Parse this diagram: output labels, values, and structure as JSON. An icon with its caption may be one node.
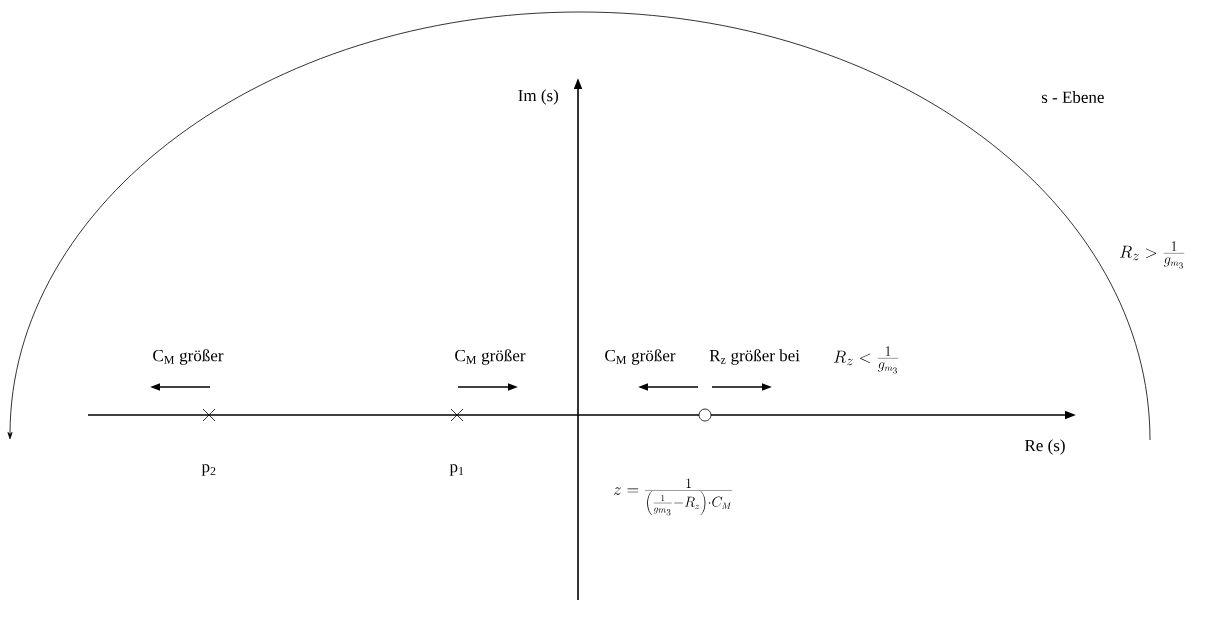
{
  "diagram": {
    "labels": [
      "Im (s)",
      "s - Ebene",
      "R_{z}>\\frac{1}{g_{m_{3}}}",
      "C$_{M}$ größer",
      "C$_{M}$ größer",
      "C$_{M}$ größer",
      "R$_{z}$ größer bei",
      "R_{z}<\\frac{1}{g_{m_{3}}}",
      "Re (s)",
      "p$_{2}$",
      "p$_{1}$",
      "z=\\frac{1}{\\left(\\frac{1}{g_{m_{3}}}-R_{z}\\right)\\cdot C_{M}}"
    ]
  }
}
